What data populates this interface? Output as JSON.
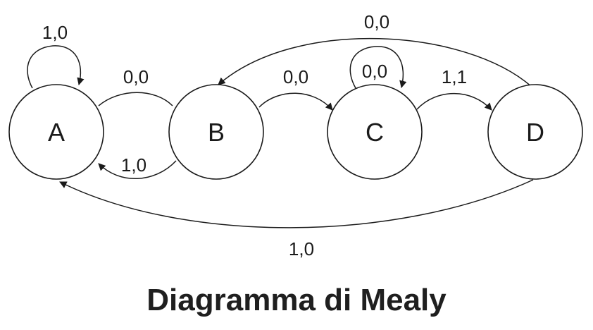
{
  "states": {
    "a": "A",
    "b": "B",
    "c": "C",
    "d": "D"
  },
  "transitions": {
    "a_self": "1,0",
    "a_to_b": "0,0",
    "b_to_a": "1,0",
    "b_to_c": "0,0",
    "c_self": "0,0",
    "c_to_d": "1,1",
    "d_to_b": "0,0",
    "d_to_a": "1,0"
  },
  "caption": "Diagramma di Mealy"
}
